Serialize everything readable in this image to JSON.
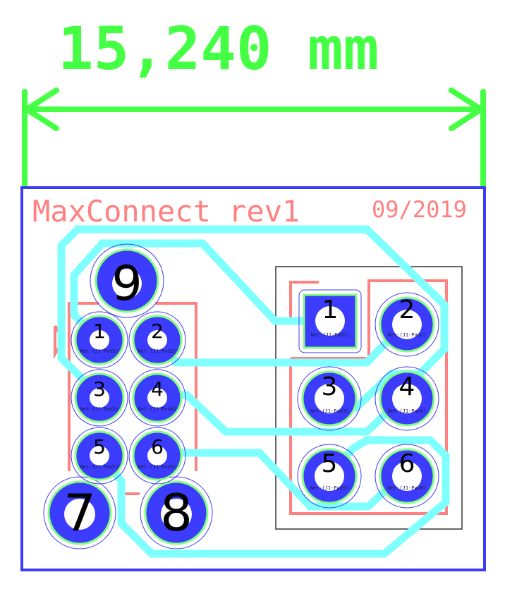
{
  "dimension": {
    "label": "15,240 mm",
    "color": "#44ff44"
  },
  "silkscreen": {
    "title": "MaxConnect rev1",
    "date": "09/2019",
    "color": "#ff8080"
  },
  "colors": {
    "edge": "#3c3cf6",
    "trace": "#80ffff",
    "pad": "#3c3cff",
    "pad_ring": "#80ff80"
  },
  "connector_left": {
    "pads": [
      {
        "num": "1",
        "net": "Net-(J1-Pad1)"
      },
      {
        "num": "2",
        "net": "Net-(J1-Pad2)"
      },
      {
        "num": "3",
        "net": "Net-(J1-Pad3)"
      },
      {
        "num": "4",
        "net": "Net-(J1-Pad4)"
      },
      {
        "num": "5",
        "net": "Net-(J1-Pad5)"
      },
      {
        "num": "6",
        "net": "Net-(J1-Pad6)"
      },
      {
        "num": "7"
      },
      {
        "num": "8"
      },
      {
        "num": "9"
      }
    ]
  },
  "connector_right": {
    "pads": [
      {
        "num": "1",
        "net": "Net-(J1-Pad1)"
      },
      {
        "num": "2",
        "net": "Net-(J1-Pad2)"
      },
      {
        "num": "3",
        "net": "Net-(J1-Pad3)"
      },
      {
        "num": "4",
        "net": "Net-(J1-Pad4)"
      },
      {
        "num": "5",
        "net": "Net-(J1-Pad5)"
      },
      {
        "num": "6",
        "net": "Net-(J1-Pad6)"
      }
    ]
  }
}
